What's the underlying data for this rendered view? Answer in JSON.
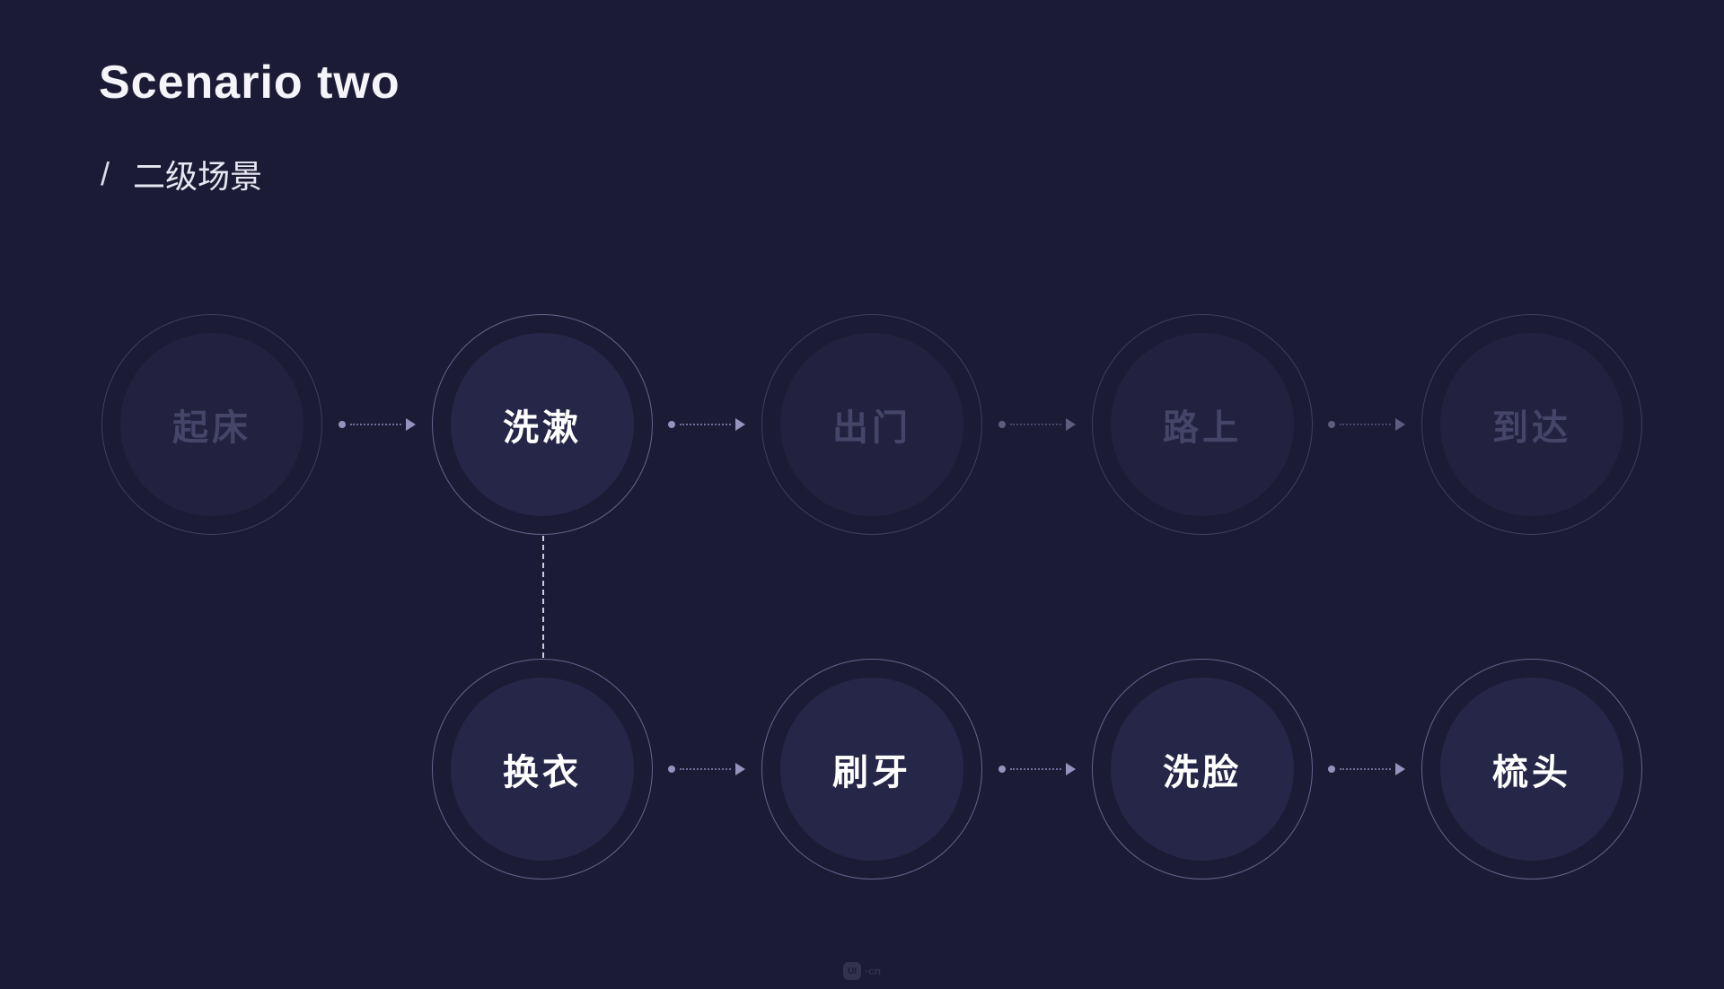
{
  "header": {
    "title": "Scenario two",
    "slash": "/",
    "subtitle": "二级场景"
  },
  "flow": {
    "row1": [
      {
        "label": "起床",
        "state": "dimmed"
      },
      {
        "label": "洗漱",
        "state": "active"
      },
      {
        "label": "出门",
        "state": "dimmed"
      },
      {
        "label": "路上",
        "state": "dimmed"
      },
      {
        "label": "到达",
        "state": "dimmed"
      }
    ],
    "row2": [
      {
        "label": "换衣",
        "state": "active"
      },
      {
        "label": "刷牙",
        "state": "active"
      },
      {
        "label": "洗脸",
        "state": "active"
      },
      {
        "label": "梳头",
        "state": "active"
      }
    ]
  },
  "footer": {
    "logo_text": "UI",
    "logo_suffix": "·cn"
  },
  "colors": {
    "background": "#1b1b35",
    "active_ring": "#9696c8",
    "dimmed_ring": "#7a7aa8",
    "active_text": "#ffffff",
    "dimmed_text": "#45456a",
    "arrow": "#9393bd"
  }
}
